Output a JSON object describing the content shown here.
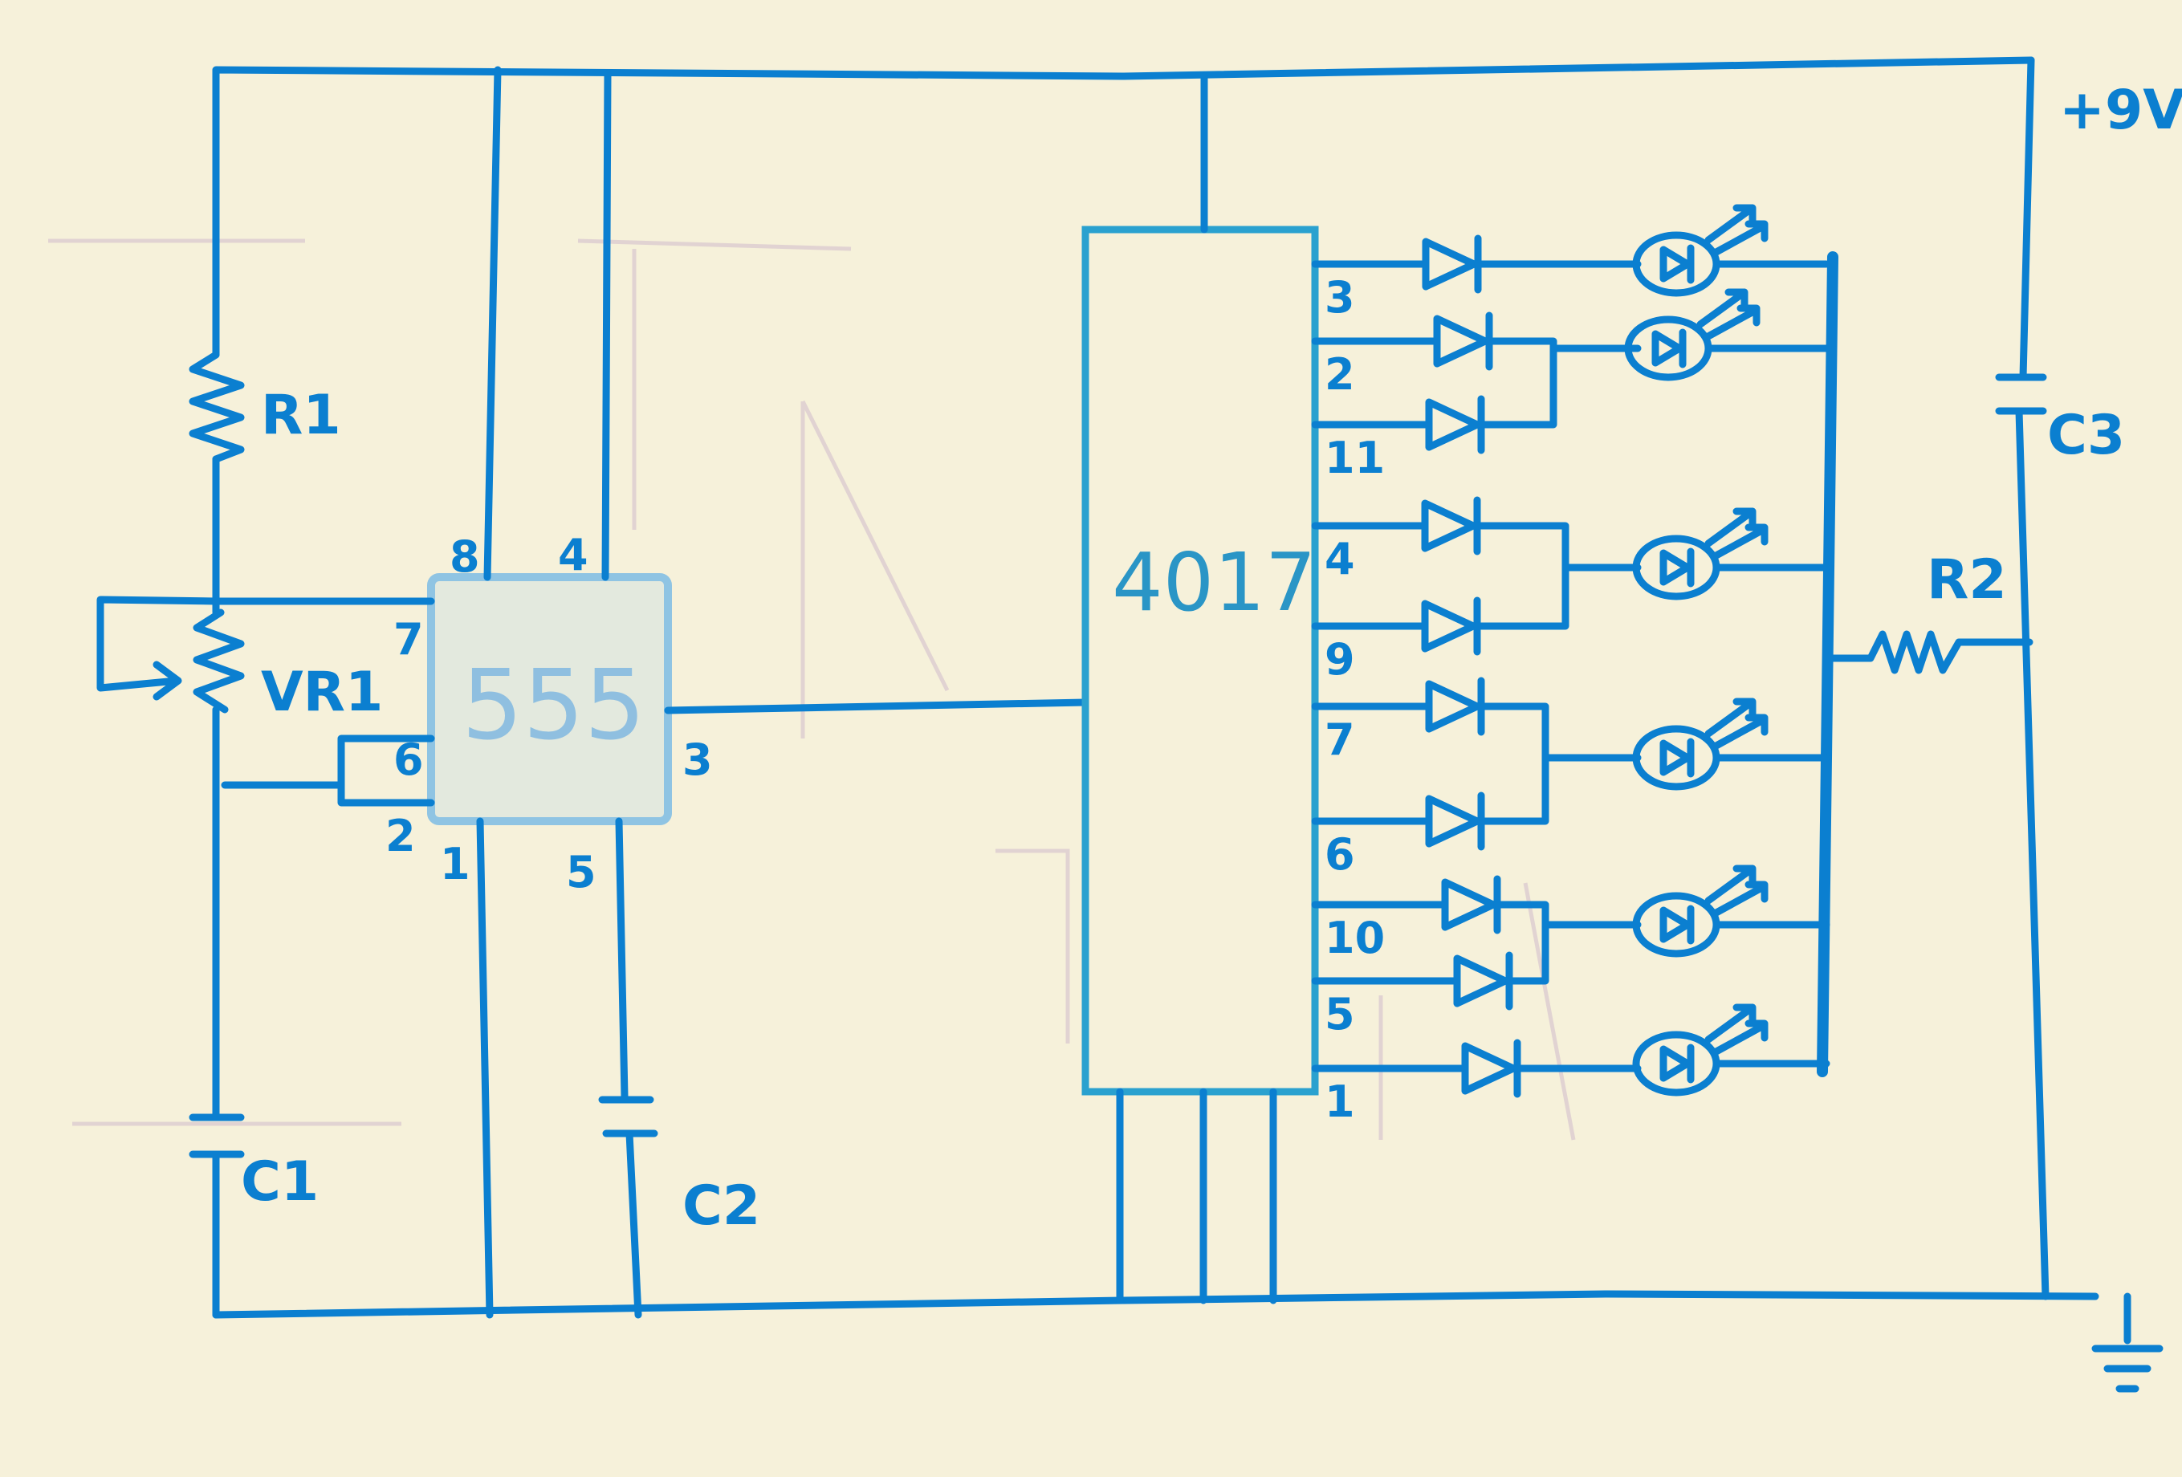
{
  "supply_label": "+9V",
  "components": {
    "r1": "R1",
    "vr1": "VR1",
    "c1": "C1",
    "c2": "C2",
    "c3": "C3",
    "r2": "R2",
    "timer_ic": "555",
    "counter_ic": "4017"
  },
  "timer_pins": {
    "p8": "8",
    "p4": "4",
    "p7": "7",
    "p6": "6",
    "p2": "2",
    "p1": "1",
    "p5": "5",
    "p3": "3"
  },
  "counter_outputs": [
    "3",
    "2",
    "11",
    "4",
    "9",
    "7",
    "6",
    "10",
    "5",
    "1"
  ],
  "led_count": 6,
  "colors": {
    "ink": "#0b7fd0",
    "paper": "#f6f1da"
  }
}
